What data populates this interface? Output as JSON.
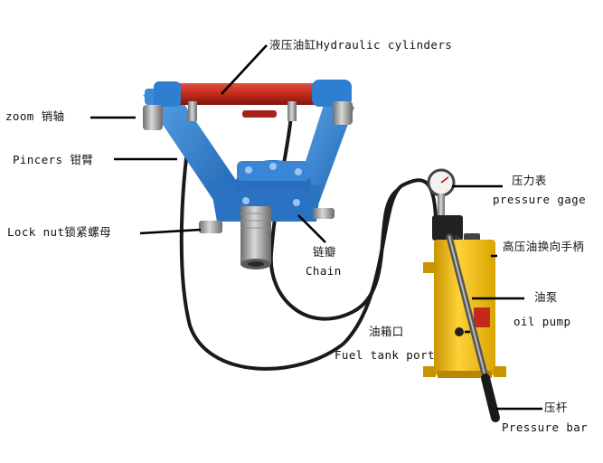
{
  "labels": {
    "hydraulic_cylinders": {
      "zh": "液压油缸",
      "en": "Hydraulic cylinders"
    },
    "zoom_pin": {
      "en": "zoom",
      "zh": "销轴"
    },
    "pincers_arm": {
      "en": "Pincers",
      "zh": "钳臂"
    },
    "lock_nut": {
      "en": "Lock nut",
      "zh": "锁紧螺母"
    },
    "chain": {
      "zh": "链瓣",
      "en": "Chain"
    },
    "pressure_gauge": {
      "zh": "压力表",
      "en": "pressure gage"
    },
    "reversing_handle": {
      "zh": "高压油换向手柄"
    },
    "oil_pump": {
      "zh": "油泵",
      "en": "oil pump"
    },
    "fuel_tank_port": {
      "zh": "油箱口",
      "en": "Fuel tank port"
    },
    "pressure_bar": {
      "zh": "压杆",
      "en": "Pressure bar"
    }
  },
  "colors": {
    "frame_blue": "#2f7fd0",
    "cylinder_red": "#c42a1c",
    "pump_yellow": "#f1c21b",
    "hose_black": "#1a1a1a",
    "steel_gray": "#9a9a9a"
  }
}
